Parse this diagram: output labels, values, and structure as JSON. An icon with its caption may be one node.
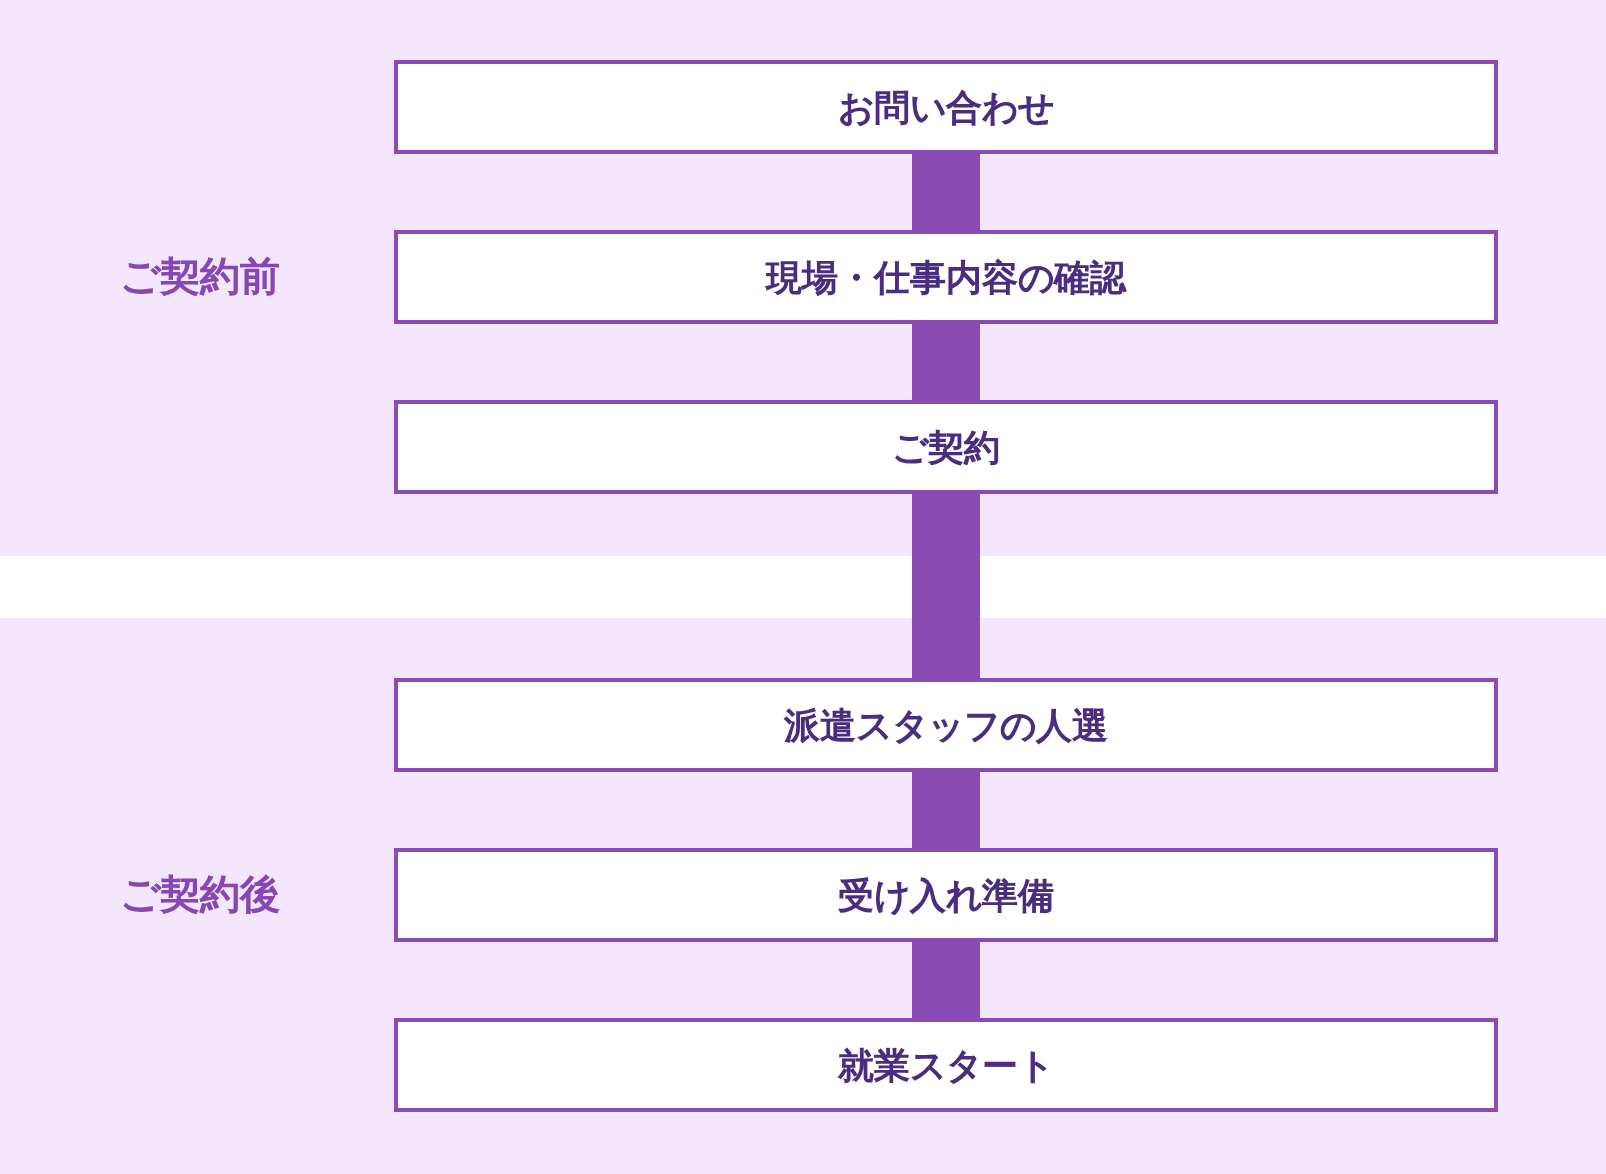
{
  "diagram": {
    "nodes": [
      {
        "text": [
          "ご契約前"
        ]
      },
      {
        "text": [
          "お問い合わせ"
        ],
        "in": 0
      },
      {
        "text": [
          "現場・仕事内容の確認"
        ],
        "in": 0
      },
      {
        "text": [
          "ご契約"
        ],
        "in": 0
      },
      {
        "text": [
          "ご契約後"
        ]
      },
      {
        "text": [
          "派遣スタッフの人選"
        ],
        "in": 4
      },
      {
        "text": [
          "受け入れ準備"
        ],
        "in": 4
      },
      {
        "text": [
          "就業スタート"
        ],
        "in": 4
      }
    ],
    "edges": [
      {
        "from": 1,
        "to": 2,
        "arrow": "none"
      },
      {
        "from": 2,
        "to": 3,
        "arrow": "none"
      },
      {
        "from": 3,
        "to": 5,
        "arrow": "none"
      },
      {
        "from": 5,
        "to": 6,
        "arrow": "none"
      },
      {
        "from": 6,
        "to": 7,
        "arrow": "none"
      }
    ]
  }
}
